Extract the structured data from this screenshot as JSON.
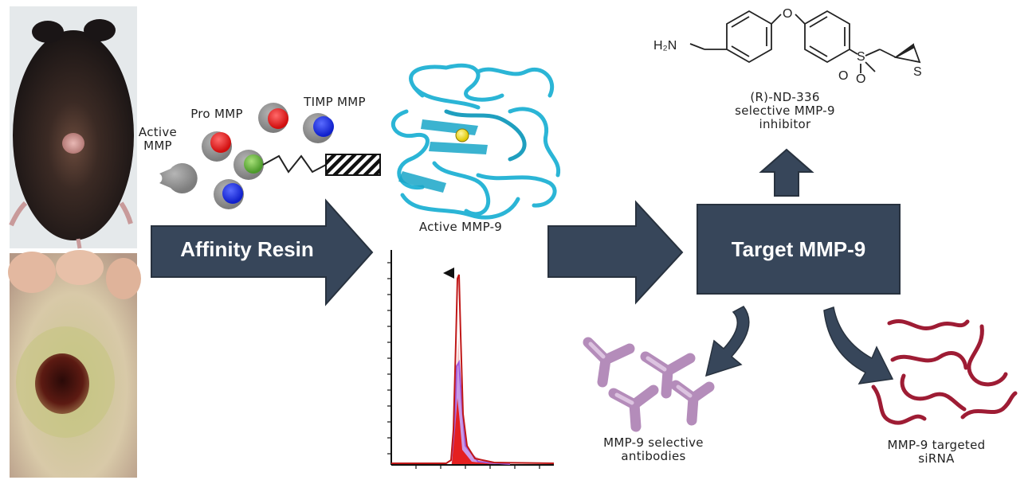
{
  "flow": {
    "affinity_resin": "Affinity Resin",
    "target": "Target MMP-9"
  },
  "labels": {
    "active_mmp_line1": "Active",
    "active_mmp_line2": "MMP",
    "pro_mmp": "Pro MMP",
    "timp_mmp": "TIMP MMP",
    "active_mmp9": "Active MMP-9",
    "inhibitor_line1": "(R)-ND-336",
    "inhibitor_line2": "selective MMP-9",
    "inhibitor_line3": "inhibitor",
    "antibodies_line1": "MMP-9 selective",
    "antibodies_line2": "antibodies",
    "sirna_line1": "MMP-9 targeted",
    "sirna_line2": "siRNA"
  },
  "structure_atoms": {
    "amine": "H₂N",
    "oxygen": "O",
    "sulfur_sulfonyl": "S",
    "oxygen1": "O",
    "oxygen2": "O",
    "sulfur_thiirane": "S"
  },
  "colors": {
    "arrow_fill": "#37465a",
    "protein": "#2bb5d6",
    "zinc": "#f2e21b",
    "antibody": "#c7a6cc",
    "sirna": "#9e1c34",
    "chromatogram_red": "#d61a1a",
    "chromatogram_purple": "#a259d9"
  },
  "icons": {
    "mouse_photo": "mouse-wound-photo",
    "foot_photo": "foot-ulcer-photo"
  }
}
